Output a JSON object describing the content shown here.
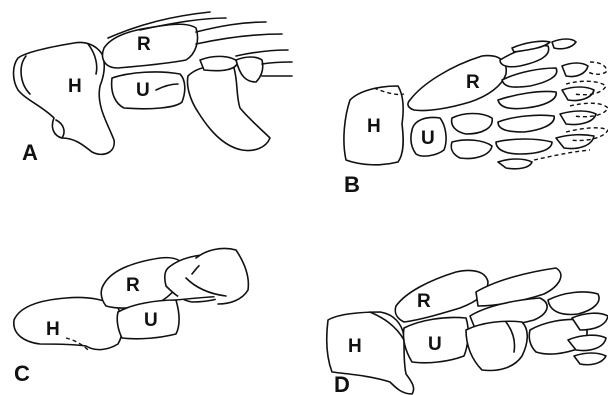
{
  "panels": [
    {
      "letter": "A",
      "labels": {
        "h": "H",
        "r": "R",
        "u": "U"
      }
    },
    {
      "letter": "B",
      "labels": {
        "h": "H",
        "r": "R",
        "u": "U"
      }
    },
    {
      "letter": "C",
      "labels": {
        "h": "H",
        "r": "R",
        "u": "U"
      }
    },
    {
      "letter": "D",
      "labels": {
        "h": "H",
        "r": "R",
        "u": "U"
      }
    }
  ]
}
